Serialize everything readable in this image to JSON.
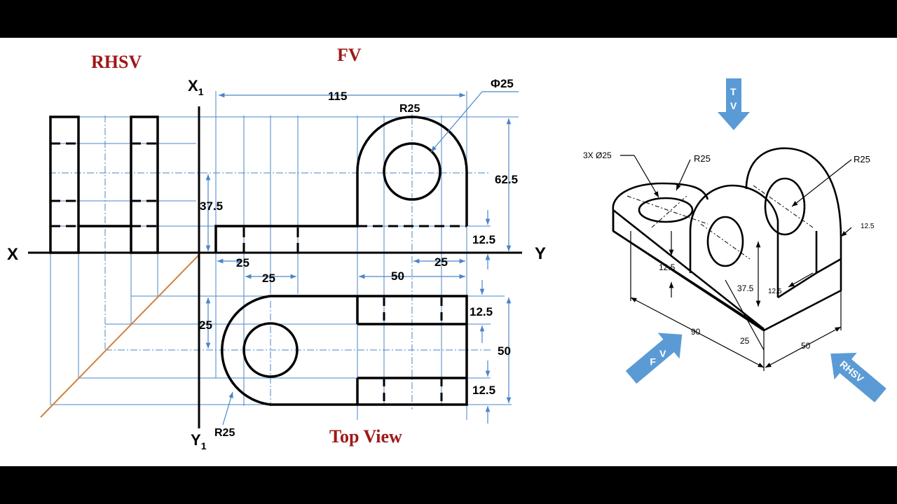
{
  "views": {
    "side_view_label": "RHSV",
    "front_view_label": "FV",
    "top_view_label": "Top View"
  },
  "axes": {
    "x": "X",
    "y": "Y",
    "x1_main": "X",
    "x1_sub": "1",
    "y1_main": "Y",
    "y1_sub": "1"
  },
  "dims": {
    "overall_width": "115",
    "phi": "Φ25",
    "radius_fv": "R25",
    "height_total": "62.5",
    "height_hole": "37.5",
    "base_thk": "12.5",
    "fv_left_gap": "25",
    "fv_slot": "25",
    "fv_upright_width": "50",
    "fv_right": "25",
    "tv_hole_offset": "25",
    "tv_rib_top": "12.5",
    "tv_depth": "50",
    "tv_rib_bottom": "12.5",
    "radius_tv": "R25"
  },
  "iso": {
    "holes": "3X Ø25",
    "radius_a": "R25",
    "radius_b": "R25",
    "thk_right": "12.5",
    "thk_base": "12.5",
    "hole_height": "37.5",
    "thk_inner": "12.5",
    "length": "90",
    "slot": "25",
    "depth": "50"
  },
  "direction_arrows": {
    "top": "T\nV",
    "front": "F\nV",
    "side": "RHSV"
  },
  "colors": {
    "view_label": "#a01818",
    "projection": "#4a86c8",
    "miter": "#d4813a",
    "arrow_fill": "#5b9bd5"
  }
}
